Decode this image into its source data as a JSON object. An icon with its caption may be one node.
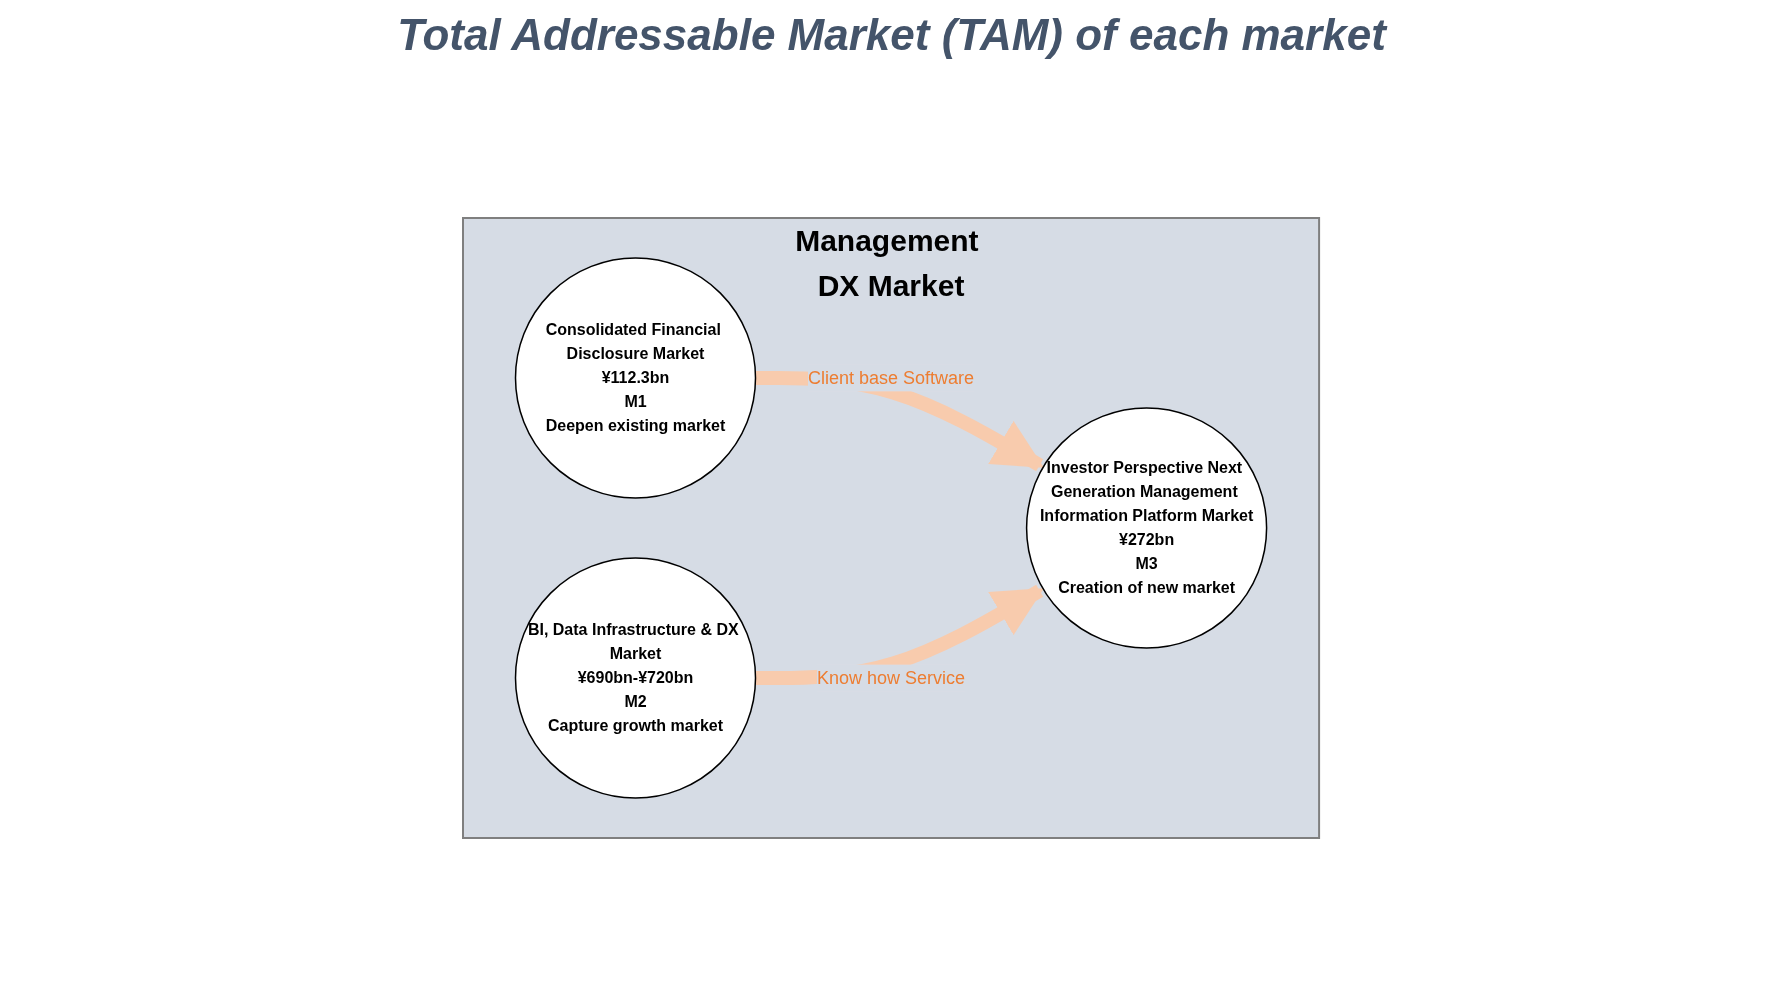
{
  "diagram": {
    "title": "Total Addressable Market (TAM) of each market",
    "nodes": [
      {
        "text": [
          "Management DX Market"
        ]
      },
      {
        "text": [
          "Consolidated Financial Disclosure Market",
          "¥112.3bn",
          "M1",
          "Deepen existing market"
        ],
        "in": 0
      },
      {
        "text": [
          "Investor Perspective Next Generation Management Information Platform Market",
          "¥272bn",
          "M3",
          "Creation of new market"
        ],
        "in": 0
      },
      {
        "text": [
          "BI, Data Infrastructure & DX Market",
          "¥690bn-¥720bn",
          "M2",
          "Capture growth market"
        ],
        "in": 0
      }
    ],
    "edges": [
      {
        "from": 1,
        "to": 2,
        "arrow": "to",
        "label": "Client base Software",
        "color": "#f8cbad"
      },
      {
        "from": 3,
        "to": 2,
        "arrow": "to",
        "label": "Know how Service",
        "color": "#f8cbad"
      }
    ]
  }
}
